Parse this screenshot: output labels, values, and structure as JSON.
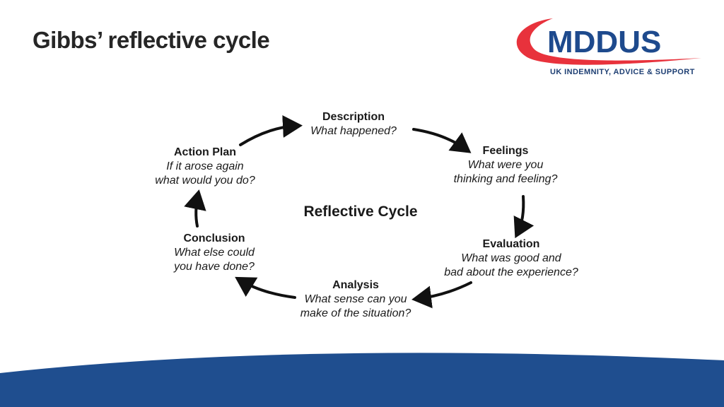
{
  "title": "Gibbs’ reflective cycle",
  "logo": {
    "brand": "MDDUS",
    "tagline": "UK INDEMNITY, ADVICE & SUPPORT"
  },
  "colors": {
    "brand_blue": "#1e4a8d",
    "brand_red": "#e8323c",
    "footer_blue": "#1f4e8f"
  },
  "center_label": "Reflective Cycle",
  "stages": {
    "description": {
      "name": "Description",
      "question": "What happened?"
    },
    "feelings": {
      "name": "Feelings",
      "question": "What were you\nthinking and feeling?"
    },
    "evaluation": {
      "name": "Evaluation",
      "question": "What was good and\nbad about the experience?"
    },
    "analysis": {
      "name": "Analysis",
      "question": "What sense can you\nmake of the situation?"
    },
    "conclusion": {
      "name": "Conclusion",
      "question": "What else could\nyou have done?"
    },
    "action_plan": {
      "name": "Action Plan",
      "question": "If it arose again\nwhat would you do?"
    }
  }
}
